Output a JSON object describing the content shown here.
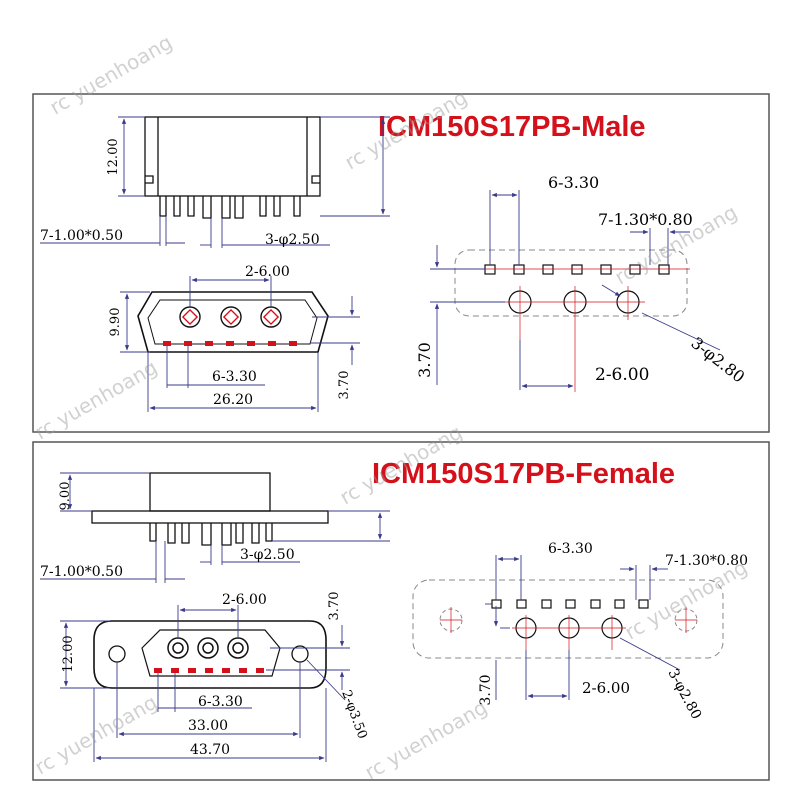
{
  "watermark": "rc yuenhoang",
  "male": {
    "title": "ICM150S17PB-Male",
    "side_view": {
      "height": "12.00",
      "signal_pins": "7-1.00*0.50",
      "power_pins": "3-φ2.50"
    },
    "front_view": {
      "power_pitch": "2-6.00",
      "height": "9.90",
      "signal_pitch": "6-3.30",
      "width": "26.20",
      "row_offset": "3.70"
    },
    "pcb_layout": {
      "signal_pitch": "6-3.30",
      "signal_pads": "7-1.30*0.80",
      "row_offset": "3.70",
      "power_pitch": "2-6.00",
      "power_holes": "3-φ2.80"
    },
    "colors": {
      "outline": "#000000",
      "paste": "#d4101a",
      "frame": "#555555"
    }
  },
  "female": {
    "title": "ICM150S17PB-Female",
    "side_view": {
      "height": "9.00",
      "signal_pins": "7-1.00*0.50",
      "power_pins": "3-φ2.50"
    },
    "front_view": {
      "power_pitch": "2-6.00",
      "row_offset": "3.70",
      "height": "12.00",
      "signal_pitch": "6-3.30",
      "hole_spacing": "33.00",
      "width": "43.70",
      "mount_holes": "2-φ3.50"
    },
    "pcb_layout": {
      "signal_pitch": "6-3.30",
      "signal_pads": "7-1.30*0.80",
      "row_offset": "3.70",
      "power_pitch": "2-6.00",
      "power_holes": "3-φ2.80"
    }
  }
}
